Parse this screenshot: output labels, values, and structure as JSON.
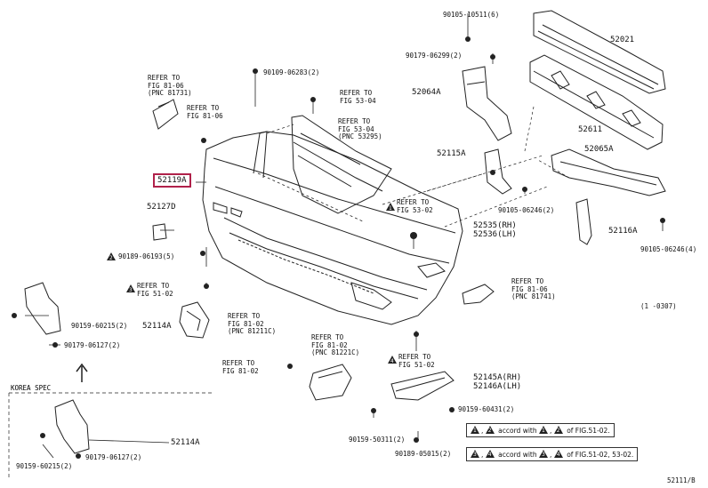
{
  "highlight_part": "52119A",
  "parts": {
    "p52021": "52021",
    "p52611": "52611",
    "p52064A": "52064A",
    "p52065A": "52065A",
    "p52115A": "52115A",
    "p52116A": "52116A",
    "p52127D": "52127D",
    "p52535": "52535(RH)",
    "p52536": "52536(LH)",
    "p52114A_top": "52114A",
    "p52114A_bottom": "52114A",
    "p52145A": "52145A(RH)",
    "p52146A": "52146A(LH)"
  },
  "bolts": {
    "b1": "90105-10511(6)",
    "b2": "90179-06299(2)",
    "b3": "90109-06283(2)",
    "b4": "90105-06246(2)",
    "b5": "90105-06246(4)",
    "b6": "90189-06193(5)",
    "b7": "90159-60215(2)",
    "b8": "90179-06127(2)",
    "b9": "90159-60431(2)",
    "b10": "90159-50311(2)",
    "b11": "90189-05015(2)",
    "b12": "90159-60215(2)",
    "b13": "90179-06127(2)"
  },
  "refs": {
    "r1": [
      "REFER TO",
      "FIG 81-06",
      "(PNC 81731)"
    ],
    "r2": [
      "REFER TO",
      "FIG 81-06"
    ],
    "r3": [
      "REFER TO",
      "FIG 53-04"
    ],
    "r4": [
      "REFER TO",
      "FIG 53-04",
      "(PNC 53295)"
    ],
    "r5": [
      "REFER TO",
      "FIG 53-02"
    ],
    "r6": [
      "REFER TO",
      "FIG 51-02"
    ],
    "r7": [
      "REFER TO",
      "FIG 81-02",
      "(PNC 81211C)"
    ],
    "r8": [
      "REFER TO",
      "FIG 81-02",
      "(PNC 81221C)"
    ],
    "r9": [
      "REFER TO",
      "FIG 81-02"
    ],
    "r10": [
      "REFER TO",
      "FIG 81-06",
      "(PNC 81741)"
    ],
    "r11": [
      "REFER TO",
      "FIG 51-02"
    ]
  },
  "korea_label": "KOREA SPEC",
  "date_code": "(1  -0307)",
  "page_code": "52111/B",
  "notes": {
    "n1_text": "accord with",
    "n1_fig": "of FIG.51-02.",
    "n2_text": "accord with",
    "n2_fig": "of FIG.51-02, 53-02."
  },
  "tri_marks": {
    "t1": "1",
    "t2": "2",
    "t3": "3",
    "t4": "4"
  }
}
